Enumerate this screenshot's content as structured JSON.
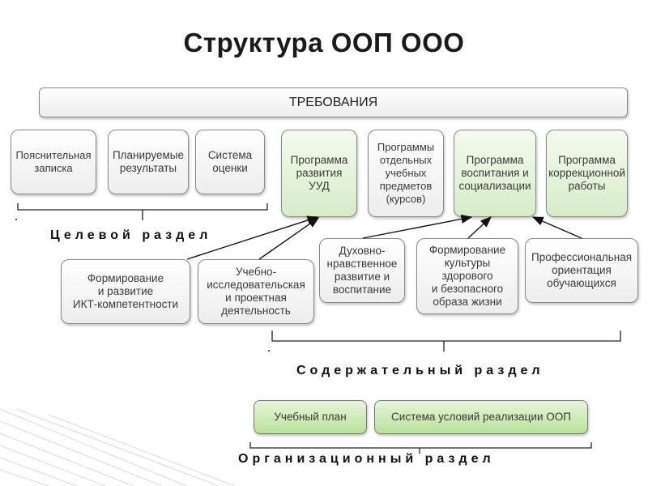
{
  "title": "Структура ООП ООО",
  "requirements": "ТРЕБОВАНИЯ",
  "target_section": {
    "label": "Целевой раздел",
    "boxes": [
      "Пояснительная\nзаписка",
      "Планируемые\nрезультаты",
      "Система\nоценки"
    ]
  },
  "programs": [
    "Программа\nразвития\nУУД",
    "Программы\nотдельных\nучебных\nпредметов\n(курсов)",
    "Программа\nвоспитания и\nсоциализации",
    "Программа\nкоррекционной\nработы"
  ],
  "content_section": {
    "label": "Содержательный раздел",
    "subs_left": [
      "Формирование\nи развитие\nИКТ-компетентности",
      "Учебно-\nисследовательская\nи проектная\nдеятельность"
    ],
    "subs_right": [
      "Духовно-\nнравственное\nразвитие и\nвоспитание",
      "Формирование\nкультуры\nздорового\nи безопасного\nобраза жизни",
      "Профессиональная\nориентация\nобучающихся"
    ]
  },
  "org_section": {
    "label": "Организационный раздел",
    "boxes": [
      "Учебный план",
      "Система условий реализации ООП"
    ]
  },
  "colors": {
    "program_fill": "#d7ecc9",
    "org_fill": "#b9e29a",
    "border": "#888888"
  }
}
